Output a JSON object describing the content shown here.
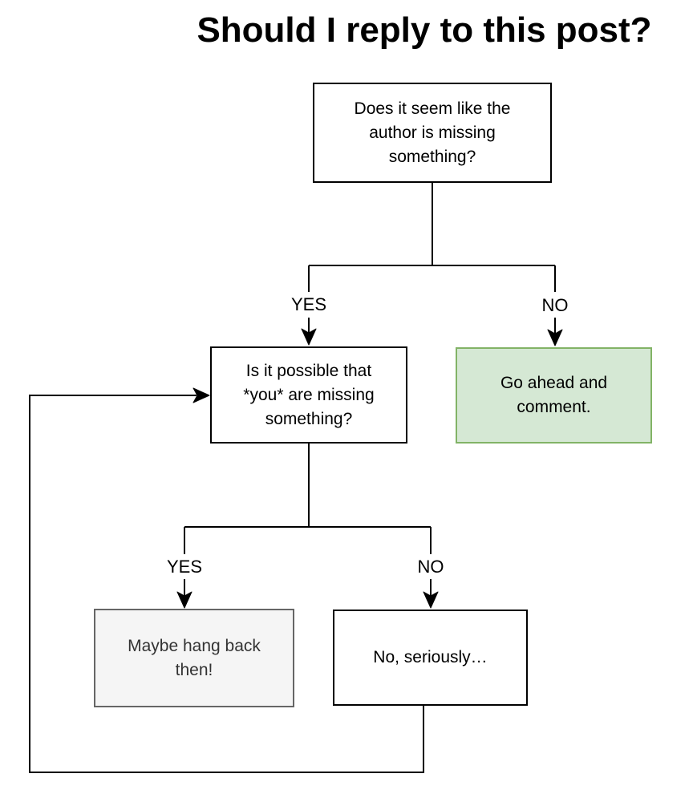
{
  "title": "Should I reply to this post?",
  "colors": {
    "background": "#ffffff",
    "line": "#000000",
    "node_border": "#000000",
    "node_fill": "#ffffff",
    "node_text": "#000000",
    "green_fill": "#d5e8d4",
    "green_border": "#82b366",
    "gray_fill": "#f5f5f5",
    "gray_border": "#666666",
    "gray_text": "#333333"
  },
  "nodes": {
    "q1": {
      "label": "Does it seem like the author is missing something?"
    },
    "q2": {
      "label": "Is it possible that *you* are missing something?"
    },
    "go_ahead": {
      "label": "Go ahead and comment."
    },
    "hang_back": {
      "label": "Maybe hang back then!"
    },
    "seriously": {
      "label": "No, seriously…"
    }
  },
  "edges": [
    {
      "from": "q1",
      "to": "q2",
      "label": "YES"
    },
    {
      "from": "q1",
      "to": "go_ahead",
      "label": "NO"
    },
    {
      "from": "q2",
      "to": "hang_back",
      "label": "YES"
    },
    {
      "from": "q2",
      "to": "seriously",
      "label": "NO"
    },
    {
      "from": "seriously",
      "to": "q2",
      "label": ""
    }
  ]
}
